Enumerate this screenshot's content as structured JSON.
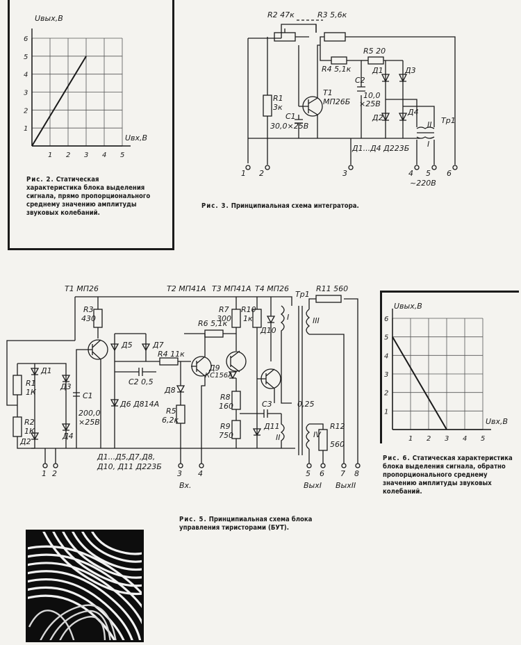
{
  "fig2": {
    "ylabel": "Uвых,В",
    "xlabel": "Uвх,В",
    "yticks": [
      "1",
      "2",
      "3",
      "4",
      "5",
      "6"
    ],
    "xticks": [
      "1",
      "2",
      "3",
      "4",
      "5"
    ],
    "caption_ris": "Рис. 2.",
    "caption_text": "Статическая характеристика блока выделения сигнала, прямо пропорционального среднему значению амплитуды звуковых колебаний."
  },
  "fig3": {
    "caption_ris": "Рис. 3.",
    "caption_text": "Принципиальная схема интегратора.",
    "components": {
      "r1": "R1",
      "r1v": "3к",
      "r2": "R2 47к",
      "r3": "R3 5,6к",
      "r4": "R4 5,1к",
      "r5": "R5 20",
      "c1": "C1",
      "c1v": "30,0×25В",
      "c2": "C2",
      "c2v": "10,0",
      "c2v2": "×25В",
      "t1": "T1",
      "t1v": "МП26Б",
      "d1": "Д1",
      "d2": "Д2",
      "d3": "Д3",
      "d4": "Д4",
      "diodes": "Д1...Д4 Д223Б",
      "tr": "Тр1",
      "w1": "I",
      "w2": "II",
      "mains": "~220В"
    },
    "pins": [
      "1",
      "2",
      "3",
      "4",
      "5",
      "6"
    ]
  },
  "fig5": {
    "caption_ris": "Рис. 5.",
    "caption_text": "Принципиальная схема блока управления тиристорами (БУТ).",
    "header": {
      "t1": "T1 МП26",
      "t2": "T2 МП41А",
      "t3": "T3 МП41А",
      "t4": "T4 МП26",
      "tr": "Тр1",
      "r11": "R11 560"
    },
    "components": {
      "r3": "R3",
      "r3v": "430",
      "r7": "R7",
      "r7v": "300",
      "r10": "R10",
      "r10v": "1к",
      "r6": "R6 5,1к",
      "r4": "R4 11к",
      "r1": "R1",
      "r1v": "1К",
      "r2": "R2",
      "r2v": "1К",
      "r5": "R5",
      "r5v": "6,2к",
      "r8": "R8",
      "r8v": "160",
      "r9": "R9",
      "r9v": "750",
      "r12": "R12",
      "r12v": "560",
      "c1": "C1",
      "c1v": "200,0",
      "c1v2": "×25В",
      "c2": "C2 0,5",
      "c3": "C3",
      "c3v": "0,25",
      "d1": "Д1",
      "d2": "Д2",
      "d3": "Д3",
      "d4": "Д4",
      "d5": "Д5",
      "d6": "Д6 Д814А",
      "d7": "Д7",
      "d8": "Д8",
      "d9": "Д9",
      "d9v": "КС156А",
      "d10": "Д10",
      "d11": "Д11",
      "w1": "I",
      "w2": "II",
      "w3": "III",
      "w4": "IV",
      "diodes_a": "Д1...Д5,Д7,Д8,",
      "diodes_b": "Д10, Д11 Д223Б"
    },
    "pins": [
      "1",
      "2",
      "3",
      "4",
      "5",
      "6",
      "7",
      "8"
    ],
    "vx": "Вх.",
    "out1": "ВыхI",
    "out2": "ВыхII"
  },
  "fig6": {
    "ylabel": "Uвых,В",
    "xlabel": "Uвх,В",
    "yticks": [
      "1",
      "2",
      "3",
      "4",
      "5",
      "6"
    ],
    "xticks": [
      "1",
      "2",
      "3",
      "4",
      "5"
    ],
    "caption_ris": "Рис. 6.",
    "caption_text": "Статическая характеристика блока выделения сигнала, обратно пропорционального среднему значению амплитуды звуковых колебаний."
  },
  "chart_data": [
    {
      "type": "line",
      "title": "",
      "xlabel": "Uвх,В",
      "ylabel": "Uвых,В",
      "xlim": [
        0,
        5
      ],
      "ylim": [
        0,
        6
      ],
      "grid": true,
      "series": [
        {
          "x": [
            0,
            3
          ],
          "y": [
            0,
            5
          ]
        }
      ]
    },
    {
      "type": "line",
      "title": "",
      "xlabel": "Uвх,В",
      "ylabel": "Uвых,В",
      "xlim": [
        0,
        5
      ],
      "ylim": [
        0,
        6
      ],
      "grid": true,
      "series": [
        {
          "x": [
            0,
            3
          ],
          "y": [
            5,
            0
          ]
        }
      ]
    }
  ]
}
